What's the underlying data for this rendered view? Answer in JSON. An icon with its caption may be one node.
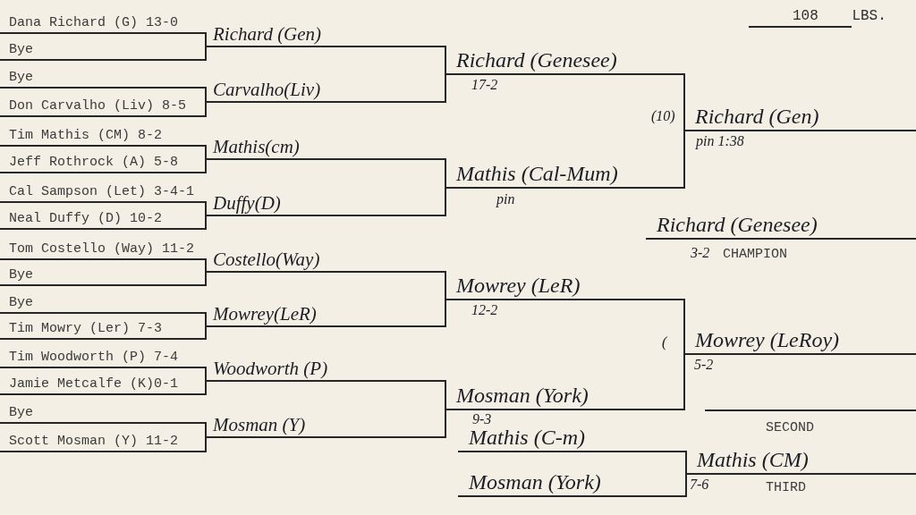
{
  "diagram": {
    "title": "108 LBS.",
    "nodes": [
      {
        "text": [
          "Dana Richard (G) 13-0"
        ]
      },
      {
        "text": [
          "Bye"
        ]
      },
      {
        "text": [
          "Bye"
        ]
      },
      {
        "text": [
          "Don Carvalho (Liv) 8-5"
        ]
      },
      {
        "text": [
          "Tim Mathis (CM) 8-2"
        ]
      },
      {
        "text": [
          "Jeff Rothrock (A) 5-8"
        ]
      },
      {
        "text": [
          "Cal Sampson (Let) 3-4-1"
        ]
      },
      {
        "text": [
          "Neal Duffy (D) 10-2"
        ]
      },
      {
        "text": [
          "Tom Costello (Way) 11-2"
        ]
      },
      {
        "text": [
          "Bye"
        ]
      },
      {
        "text": [
          "Bye"
        ]
      },
      {
        "text": [
          "Tim Mowry (Ler) 7-3"
        ]
      },
      {
        "text": [
          "Tim Woodworth (P) 7-4"
        ]
      },
      {
        "text": [
          "Jamie Metcalfe (K)0-1"
        ]
      },
      {
        "text": [
          "Bye"
        ]
      },
      {
        "text": [
          "Scott Mosman (Y) 11-2"
        ]
      },
      {
        "text": [
          "Richard (Gen)"
        ]
      },
      {
        "text": [
          "Carvalho(Liv)"
        ]
      },
      {
        "text": [
          "Mathis(cm)"
        ]
      },
      {
        "text": [
          "Duffy(D)"
        ]
      },
      {
        "text": [
          "Costello(Way)"
        ]
      },
      {
        "text": [
          "Mowrey(LeR)"
        ]
      },
      {
        "text": [
          "Woodworth (P)"
        ]
      },
      {
        "text": [
          "Mosman (Y)"
        ]
      },
      {
        "text": [
          "Richard (Genesee)"
        ],
        "beside": [
          "17-2"
        ]
      },
      {
        "text": [
          "Mathis (Cal-Mum)"
        ],
        "beside": [
          "pin"
        ]
      },
      {
        "text": [
          "Mowrey (LeR)"
        ],
        "beside": [
          "12-2"
        ]
      },
      {
        "text": [
          "Mosman (York)"
        ],
        "beside": [
          "9-3"
        ]
      },
      {
        "text": [
          "Richard (Gen)"
        ],
        "beside": [
          "(10)",
          "pin 1:38"
        ]
      },
      {
        "text": [
          "Mowrey (LeRoy)"
        ],
        "beside": [
          "(",
          "5-2"
        ]
      },
      {
        "text": [
          "Richard (Genesee)"
        ],
        "beside": [
          "3-2",
          "CHAMPION"
        ]
      },
      {
        "text": [
          "Mathis (C-m)"
        ]
      },
      {
        "text": [
          "Mosman (York)"
        ]
      },
      {
        "text": [
          "Mathis (CM)"
        ],
        "beside": [
          "7-6",
          "THIRD"
        ]
      }
    ],
    "edges": [
      {
        "from": 0,
        "to": 16,
        "arrow": "none"
      },
      {
        "from": 1,
        "to": 16,
        "arrow": "none"
      },
      {
        "from": 2,
        "to": 17,
        "arrow": "none"
      },
      {
        "from": 3,
        "to": 17,
        "arrow": "none"
      },
      {
        "from": 4,
        "to": 18,
        "arrow": "none"
      },
      {
        "from": 5,
        "to": 18,
        "arrow": "none"
      },
      {
        "from": 6,
        "to": 19,
        "arrow": "none"
      },
      {
        "from": 7,
        "to": 19,
        "arrow": "none"
      },
      {
        "from": 8,
        "to": 20,
        "arrow": "none"
      },
      {
        "from": 9,
        "to": 20,
        "arrow": "none"
      },
      {
        "from": 10,
        "to": 21,
        "arrow": "none"
      },
      {
        "from": 11,
        "to": 21,
        "arrow": "none"
      },
      {
        "from": 12,
        "to": 22,
        "arrow": "none"
      },
      {
        "from": 13,
        "to": 22,
        "arrow": "none"
      },
      {
        "from": 14,
        "to": 23,
        "arrow": "none"
      },
      {
        "from": 15,
        "to": 23,
        "arrow": "none"
      },
      {
        "from": 16,
        "to": 24,
        "arrow": "none"
      },
      {
        "from": 17,
        "to": 24,
        "arrow": "none"
      },
      {
        "from": 18,
        "to": 25,
        "arrow": "none"
      },
      {
        "from": 19,
        "to": 25,
        "arrow": "none"
      },
      {
        "from": 20,
        "to": 26,
        "arrow": "none"
      },
      {
        "from": 21,
        "to": 26,
        "arrow": "none"
      },
      {
        "from": 22,
        "to": 27,
        "arrow": "none"
      },
      {
        "from": 23,
        "to": 27,
        "arrow": "none"
      },
      {
        "from": 24,
        "to": 28,
        "arrow": "none"
      },
      {
        "from": 25,
        "to": 28,
        "arrow": "none"
      },
      {
        "from": 26,
        "to": 29,
        "arrow": "none"
      },
      {
        "from": 27,
        "to": 29,
        "arrow": "none"
      },
      {
        "from": 31,
        "to": 33,
        "arrow": "none"
      },
      {
        "from": 32,
        "to": 33,
        "arrow": "none"
      }
    ],
    "labels": [
      "SECOND"
    ]
  }
}
